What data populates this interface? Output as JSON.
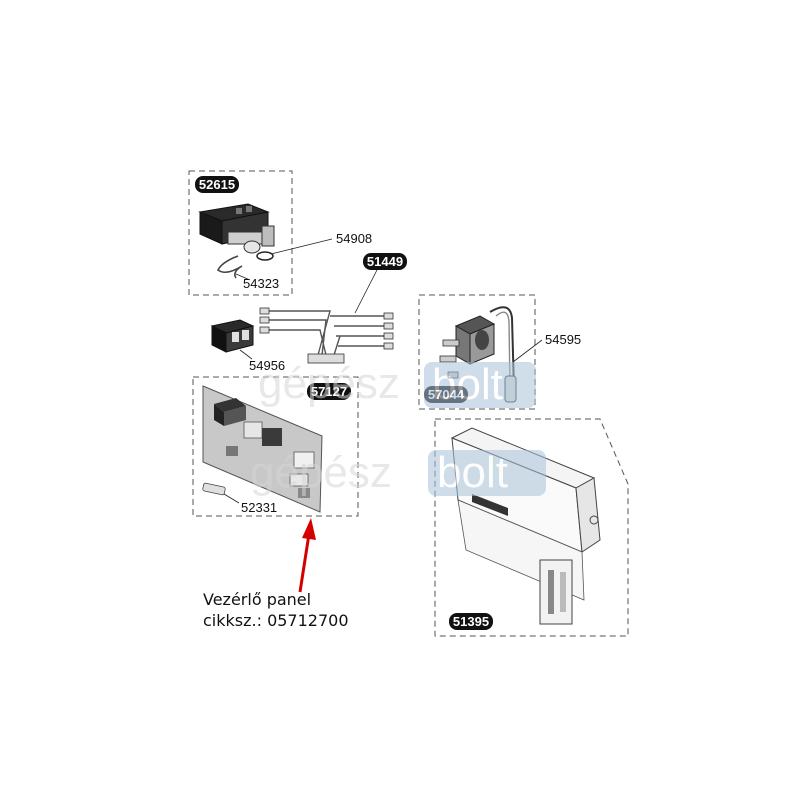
{
  "parts": {
    "p52615": "52615",
    "p54908": "54908",
    "p54323": "54323",
    "p51449": "51449",
    "p54956": "54956",
    "p57127": "57127",
    "p52331": "52331",
    "p54595": "54595",
    "p57044": "57044",
    "p51395": "51395"
  },
  "watermark": {
    "part1": "gépész",
    "part2": "bolt"
  },
  "caption": {
    "line1": "Vezérlő panel",
    "line2": "cikksz.: 05712700"
  },
  "colors": {
    "badge": "#111111",
    "arrow": "#d40000",
    "watermark_gray": "#d6d6d6",
    "watermark_blue": "#a9c3d9",
    "dashed_border": "#555555"
  }
}
